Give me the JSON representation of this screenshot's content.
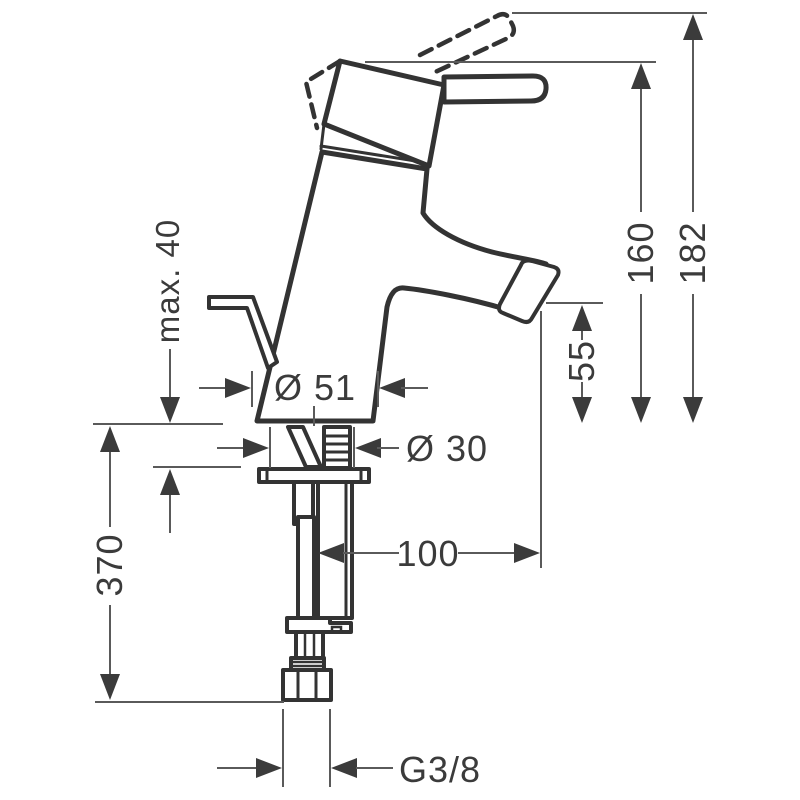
{
  "page": {
    "background_color": "#ffffff",
    "line_color": "#333333",
    "dimension_color": "#5a5a5a",
    "arrow_color": "#3b3b3b"
  },
  "diagram": {
    "subject": "single-lever basin mixer faucet, side elevation with installation dimensions",
    "units": "mm",
    "labels": {
      "deck_thickness": "max. 40",
      "base_diameter": "Ø 51",
      "shank_diameter": "Ø 30",
      "outlet_height": "55",
      "spout_reach": "100",
      "fixture_height": "160",
      "overall_height": "182",
      "connection_length": "370",
      "thread_size": "G3/8"
    }
  }
}
